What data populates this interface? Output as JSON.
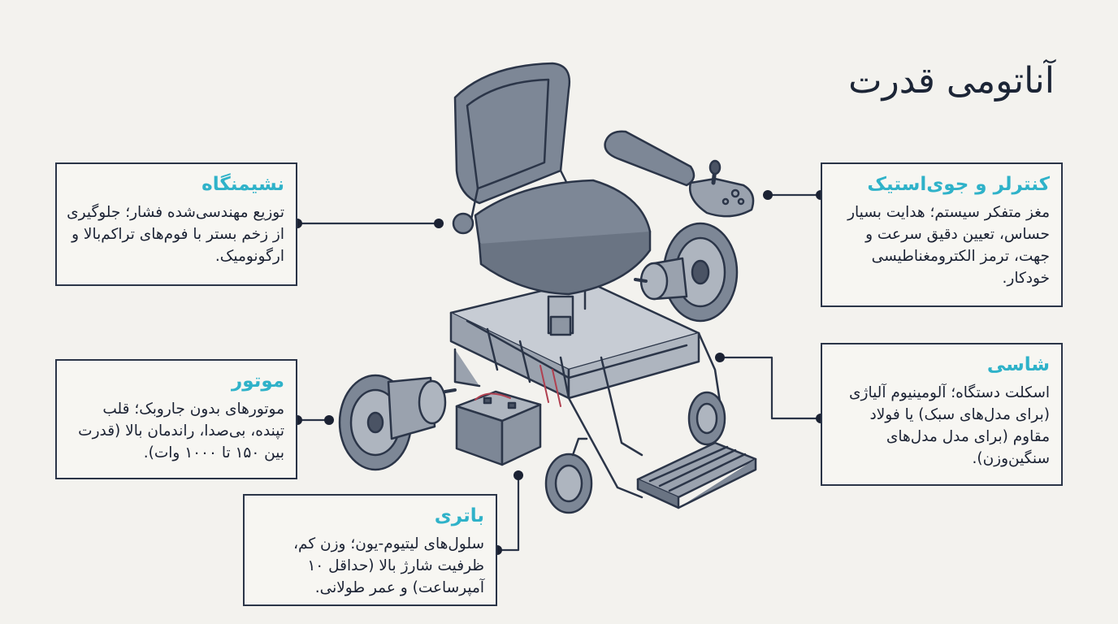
{
  "title": "آناتومی قدرت",
  "colors": {
    "accent": "#2fb2c9",
    "line": "#2b3548",
    "part_fill": "#7d8796",
    "background": "#f3f2ee"
  },
  "callouts": {
    "seat": {
      "heading": "نشیمنگاه",
      "body": "توزیع مهندسی‌شده فشار؛ جلوگیری از زخم بستر با فوم‌های تراکم‌بالا و ارگونومیک."
    },
    "motor": {
      "heading": "موتور",
      "body": "موتورهای بدون جاروبک؛ قلب تپنده، بی‌صدا، راندمان بالا (قدرت بین ۱۵۰ تا ۱۰۰۰ وات)."
    },
    "battery": {
      "heading": "باتری",
      "body": "سلول‌های لیتیوم-یون؛ وزن کم، ظرفیت شارژ بالا (حداقل ۱۰ آمپرساعت) و عمر طولانی."
    },
    "controller": {
      "heading": "کنترلر و جوی‌استیک",
      "body": "مغز متفکر سیستم؛ هدایت بسیار حساس، تعیین دقیق سرعت و جهت، ترمز الکترومغناطیسی خودکار."
    },
    "chassis": {
      "heading": "شاسی",
      "body": "اسکلت دستگاه؛ آلومینیوم آلیاژی (برای مدل‌های سبک) یا فولاد مقاوم (برای مدل مدل‌های سنگین‌وزن)."
    }
  }
}
